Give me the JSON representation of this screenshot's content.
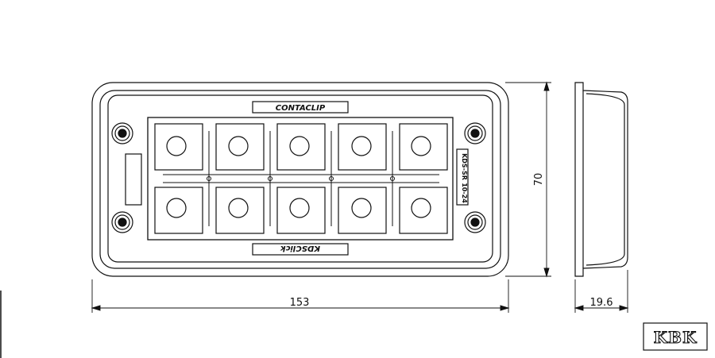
{
  "drawing": {
    "brand_top": "CONTACLIP",
    "brand_bottom": "KDSClick",
    "side_label_a": "KDS-SR",
    "side_label_b": "10-24",
    "dim_width": "153",
    "dim_height": "70",
    "dim_depth": "19.6",
    "logo": "KBK"
  },
  "colors": {
    "line": "#111111",
    "background": "#ffffff"
  }
}
